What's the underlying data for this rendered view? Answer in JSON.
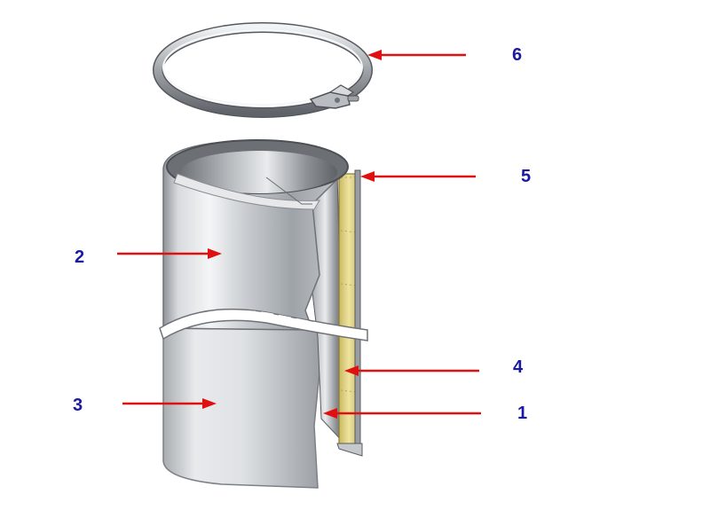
{
  "callouts": [
    {
      "id": "label-1",
      "text": "1"
    },
    {
      "id": "label-2",
      "text": "2"
    },
    {
      "id": "label-3",
      "text": "3"
    },
    {
      "id": "label-4",
      "text": "4"
    },
    {
      "id": "label-5",
      "text": "5"
    },
    {
      "id": "label-6",
      "text": "6"
    }
  ],
  "colors": {
    "label": "#1a1aa0",
    "arrow": "#e01010",
    "steel": "#b8bcc0",
    "insulation": "#e6d98a"
  }
}
